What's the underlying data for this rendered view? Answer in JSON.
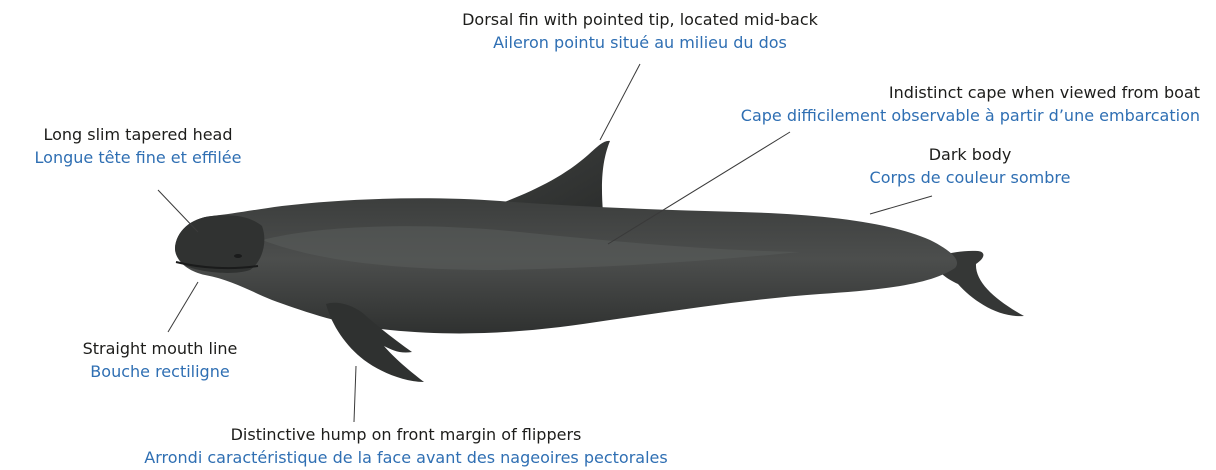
{
  "colors": {
    "english_text": "#1d1d1b",
    "french_text": "#2f6fb3",
    "body": "#4a4c4b",
    "leader_line": "#3a3a3a"
  },
  "labels": {
    "dorsal_fin": {
      "en": "Dorsal fin with pointed tip, located mid-back",
      "fr": "Aileron pointu situé au milieu du dos"
    },
    "cape": {
      "en": "Indistinct cape when viewed from boat",
      "fr": "Cape difficilement observable à partir d’une embarcation"
    },
    "head": {
      "en": "Long slim tapered head",
      "fr": "Longue tête fine et effilée"
    },
    "body": {
      "en": "Dark body",
      "fr": "Corps de couleur sombre"
    },
    "mouth": {
      "en": "Straight mouth line",
      "fr": "Bouche rectiligne"
    },
    "flipper": {
      "en": "Distinctive hump on front margin of flippers",
      "fr": "Arrondi caractéristique de la face avant des nageoires pectorales"
    }
  }
}
